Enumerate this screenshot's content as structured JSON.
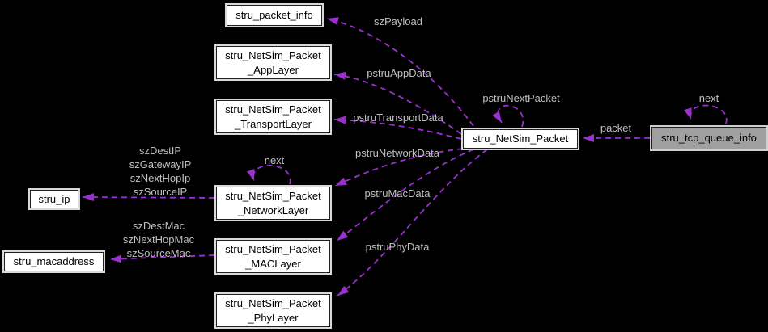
{
  "diagram": {
    "type": "collaboration-graph",
    "nodes": {
      "packet_info": {
        "label": "stru_packet_info"
      },
      "app_layer": {
        "label": "stru_NetSim_Packet\n_AppLayer"
      },
      "transport_layer": {
        "label": "stru_NetSim_Packet\n_TransportLayer"
      },
      "network_layer": {
        "label": "stru_NetSim_Packet\n_NetworkLayer"
      },
      "mac_layer": {
        "label": "stru_NetSim_Packet\n_MACLayer"
      },
      "phy_layer": {
        "label": "stru_NetSim_Packet\n_PhyLayer"
      },
      "ip": {
        "label": "stru_ip"
      },
      "macaddress": {
        "label": "stru_macaddress"
      },
      "netsim_packet": {
        "label": "stru_NetSim_Packet"
      },
      "tcp_queue_info": {
        "label": "stru_tcp_queue_info",
        "highlighted": true
      }
    },
    "edge_labels": {
      "payload": "szPayload",
      "app": "pstruAppData",
      "transport": "pstruTransportData",
      "network": "pstruNetworkData",
      "mac": "pstruMacData",
      "phy": "pstruPhyData",
      "next_packet": "pstruNextPacket",
      "packet": "packet",
      "next_tcp": "next",
      "next_network": "next",
      "ip_fields": "szDestIP\nszGatewayIP\nszNextHopIp\nszSourceIP",
      "mac_fields": "szDestMac\nszNextHopMac\nszSourceMac"
    },
    "colors": {
      "edge": "#9932cc",
      "background": "#000000",
      "node_fill": "#ffffff",
      "highlight_fill": "#a0a0a0",
      "label_text": "#bfbfbf"
    }
  }
}
